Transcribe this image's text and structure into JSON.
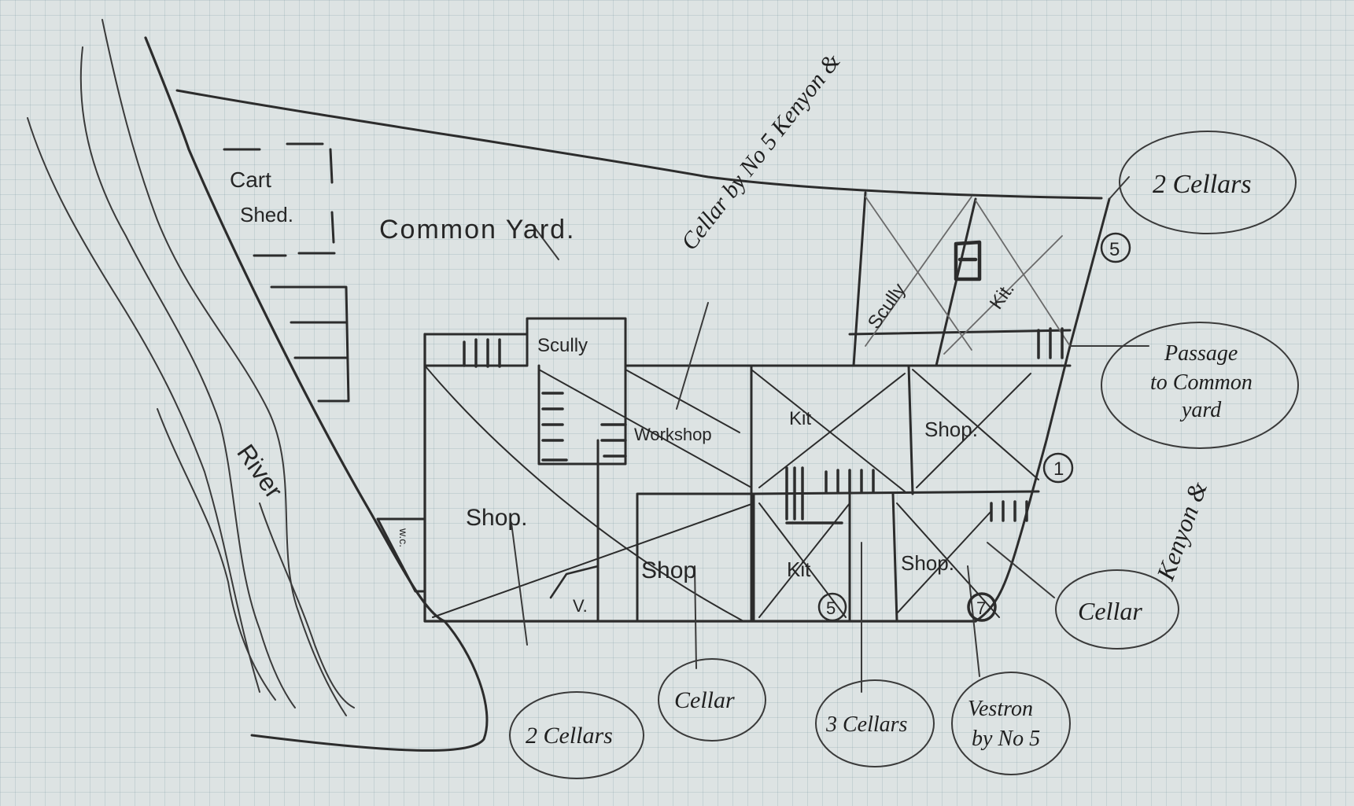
{
  "labels": {
    "cart_shed_1": "Cart",
    "cart_shed_2": "Shed.",
    "common_yard": "Common Yard.",
    "river": "River",
    "scully_top": "Scully",
    "scully_right": "Scully",
    "kit_top_right": "Kit.",
    "workshop": "Workshop",
    "kit_middle": "Kit",
    "shop_middle_right": "Shop.",
    "shop_left": "Shop.",
    "shop_bottom_center": "Shop",
    "kit_bottom": "Kit",
    "shop_bottom_right": "Shop.",
    "v_label": "V.",
    "small_room": "w.c.",
    "cellar_kenyons": "Cellar by No 5 Kenyon &",
    "kenyons_side": "Kenyon &"
  },
  "numbers": {
    "n5_top": "5",
    "n1": "1",
    "n5_bottom": "5",
    "n7": "7"
  },
  "annotations": {
    "two_cellars_top": "2 Cellars",
    "passage": [
      "Passage",
      "to Common",
      "yard"
    ],
    "cellar_right": "Cellar",
    "two_cellars_bottom": "2 Cellars",
    "cellar_bottom": "Cellar",
    "three_cellars": "3 Cellars",
    "bottom_right": [
      "Vestron",
      "by No 5"
    ]
  }
}
